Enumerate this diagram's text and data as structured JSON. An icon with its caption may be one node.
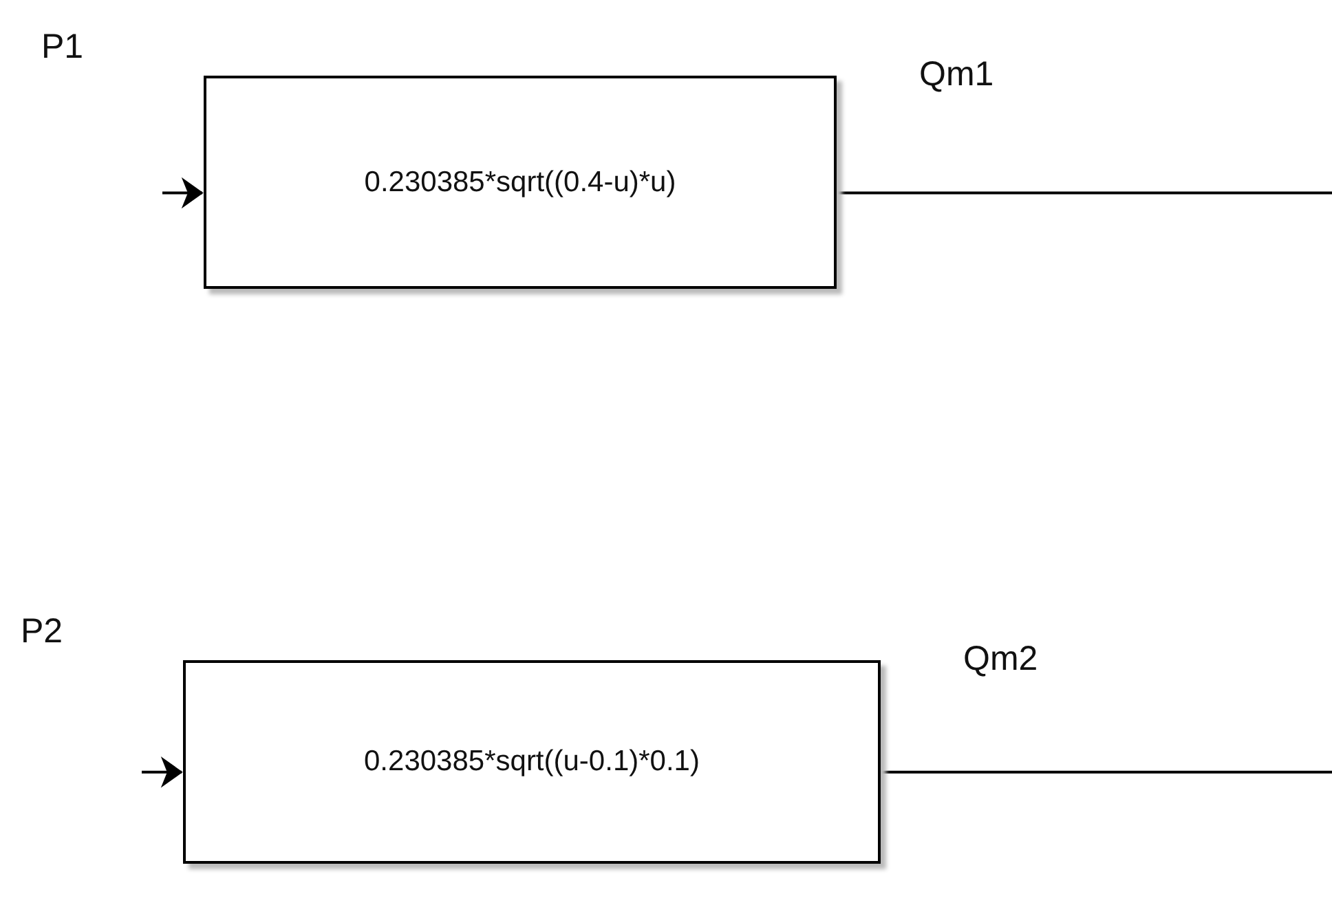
{
  "diagram": {
    "nodes": [
      {
        "text": [
          "0.230385*sqrt((0.4-u)*u)"
        ],
        "beside": [
          "P1"
        ]
      },
      {
        "text": [
          "0.230385*sqrt((u-0.1)*0.1)"
        ],
        "beside": [
          "P2"
        ]
      }
    ],
    "edges": [
      {
        "from": null,
        "to": 0,
        "arrow": "to"
      },
      {
        "from": 0,
        "to": null,
        "arrow": "none",
        "label": "Qm1"
      },
      {
        "from": null,
        "to": 1,
        "arrow": "to"
      },
      {
        "from": 1,
        "to": null,
        "arrow": "none",
        "label": "Qm2"
      }
    ]
  }
}
